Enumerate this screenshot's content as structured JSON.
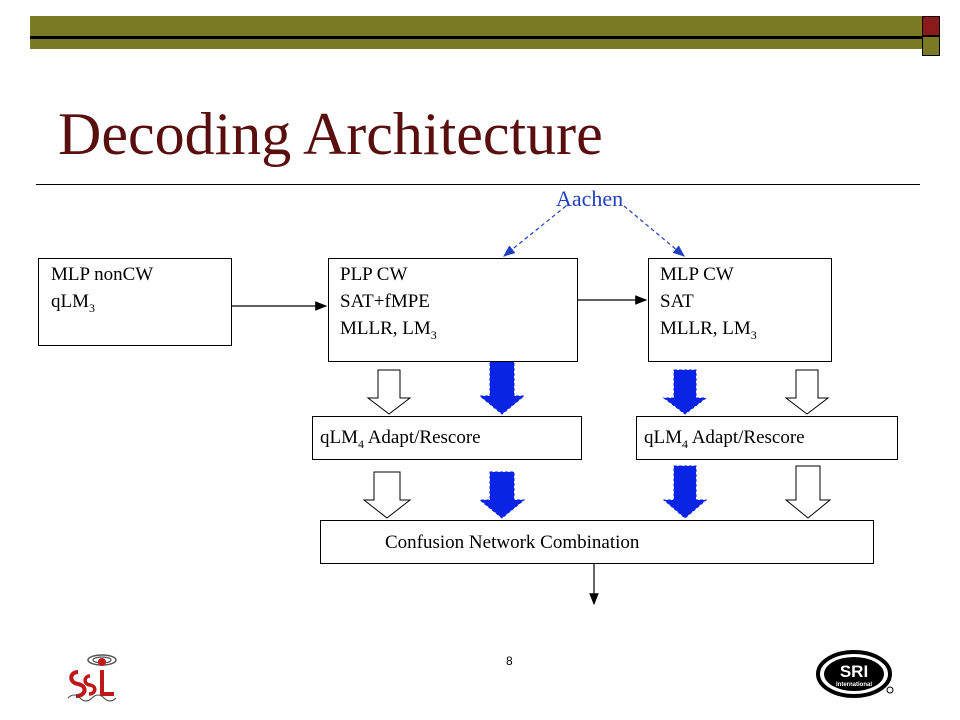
{
  "slide": {
    "title": "Decoding Architecture",
    "page_number": "8"
  },
  "colors": {
    "title": "#5a0f0f",
    "bar_olive": "#7a7a26",
    "bar_maroon": "#8b1a1a",
    "aachen_blue": "#1f3fbf",
    "fat_arrow_blue": "#0a24e6"
  },
  "diagram": {
    "aachen_label": "Aachen",
    "boxes": {
      "mlp_noncw": {
        "line1": "MLP nonCW",
        "line2_base": "qLM",
        "line2_sub": "3"
      },
      "plp_cw": {
        "line1": "PLP CW",
        "line2": "SAT+fMPE",
        "line3_base": "MLLR, LM",
        "line3_sub": "3"
      },
      "mlp_cw": {
        "line1": "MLP CW",
        "line2": "SAT",
        "line3_base": "MLLR, LM",
        "line3_sub": "3"
      },
      "rescore_1": {
        "base": "qLM",
        "sub": "4",
        "rest": " Adapt/Rescore"
      },
      "rescore_2": {
        "base": "qLM",
        "sub": "4",
        "rest": " Adapt/Rescore"
      },
      "cnc": {
        "label": "Confusion Network Combination"
      }
    }
  },
  "logos": {
    "left": "ssl-logo",
    "right": "sri-international-logo",
    "right_text": "SRI",
    "right_subtext": "International"
  }
}
